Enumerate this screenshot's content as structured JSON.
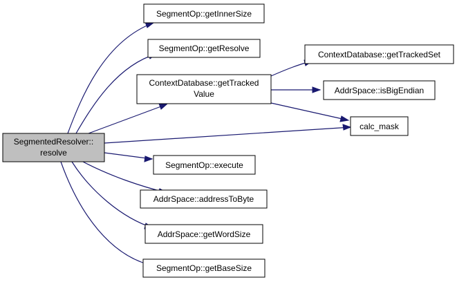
{
  "graph": {
    "root": {
      "line1": "SegmentedResolver::",
      "line2": "resolve"
    },
    "nodes": {
      "get_inner_size": "SegmentOp::getInnerSize",
      "get_resolve": "SegmentOp::getResolve",
      "get_tracked_value_line1": "ContextDatabase::getTracked",
      "get_tracked_value_line2": "Value",
      "get_tracked_set": "ContextDatabase::getTrackedSet",
      "is_big_endian": "AddrSpace::isBigEndian",
      "calc_mask": "calc_mask",
      "execute": "SegmentOp::execute",
      "address_to_byte": "AddrSpace::addressToByte",
      "get_word_size": "AddrSpace::getWordSize",
      "get_base_size": "SegmentOp::getBaseSize"
    },
    "colors": {
      "root_fill": "#bfbfbf",
      "node_fill": "#ffffff",
      "border": "#000000",
      "edge": "#191970"
    }
  }
}
